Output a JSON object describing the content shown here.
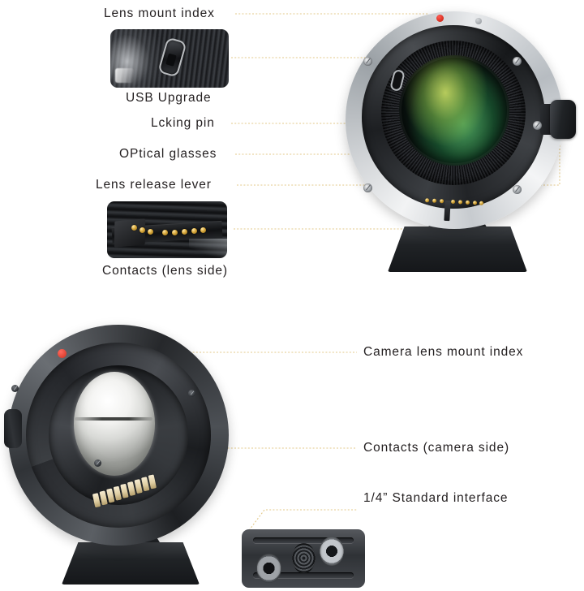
{
  "diagram": {
    "title_visible": false,
    "background_color": "#ffffff",
    "leader_line_color": "#e3c98a",
    "text_color": "#231f20"
  },
  "callouts": {
    "lens_mount_index": "Lens mount index",
    "usb_upgrade": "USB Upgrade",
    "locking_pin": "Lcking pin",
    "optical_glasses": "OPtical glasses",
    "lens_release_lever": "Lens release lever",
    "contacts_lens_side": "Contacts (lens side)",
    "camera_lens_mount_index": "Camera lens mount index",
    "contacts_camera_side": "Contacts (camera side)",
    "standard_interface": "1/4” Standard interface"
  },
  "insets": [
    {
      "id": "usb-detail",
      "caption": "USB Upgrade",
      "depicts": "usb-port-closeup"
    },
    {
      "id": "contacts-lens-detail",
      "caption": "Contacts (lens side)",
      "depicts": "gold-pin-contacts-closeup"
    },
    {
      "id": "tripod-detail",
      "caption": "1/4” Standard interface",
      "depicts": "tripod-screw-thread-closeup"
    }
  ],
  "products": [
    {
      "id": "adapter-front-view",
      "description": "lens-mount-adapter-front-with-stand",
      "features": [
        "lens-mount-index-dot",
        "usb-port",
        "optical-glass-element",
        "lens-release-lever",
        "lens-side-contacts",
        "tripod-stand"
      ],
      "accent_colors": {
        "index_dot": "#c21807",
        "lens_coating": "#56b468",
        "mount_ring": "#cfd2d5"
      }
    },
    {
      "id": "adapter-rear-view",
      "description": "lens-mount-adapter-rear-with-stand",
      "features": [
        "camera-lens-mount-index-dot",
        "rear-optical-glass",
        "camera-side-contacts",
        "release-lever",
        "tripod-stand"
      ],
      "accent_colors": {
        "index_dot": "#d03020",
        "contact_pads": "#e0cfa4",
        "body": "#303337"
      }
    }
  ]
}
